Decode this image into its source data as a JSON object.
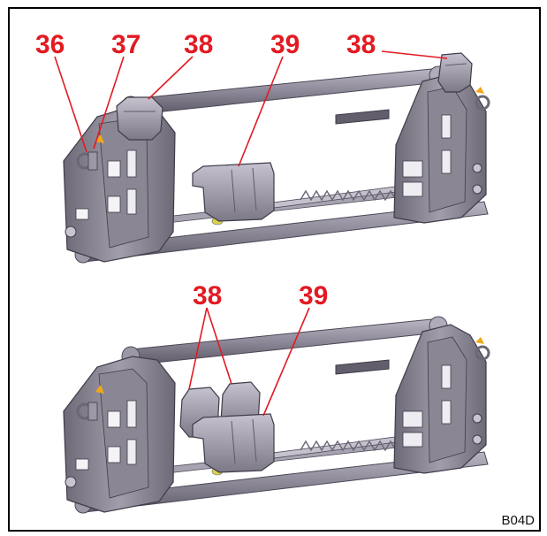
{
  "figure": {
    "reference_code": "B04D",
    "colors": {
      "callout": "#e21a22",
      "frame_metal": "#8c8896",
      "frame_dark": "#5e5a68",
      "frame_light": "#b6b2be",
      "highlight": "#f0a818"
    },
    "top_view": {
      "callouts": [
        {
          "label": "36"
        },
        {
          "label": "37"
        },
        {
          "label": "38"
        },
        {
          "label": "39"
        },
        {
          "label": "38"
        }
      ]
    },
    "bottom_view": {
      "callouts": [
        {
          "label": "38"
        },
        {
          "label": "39"
        }
      ]
    }
  }
}
